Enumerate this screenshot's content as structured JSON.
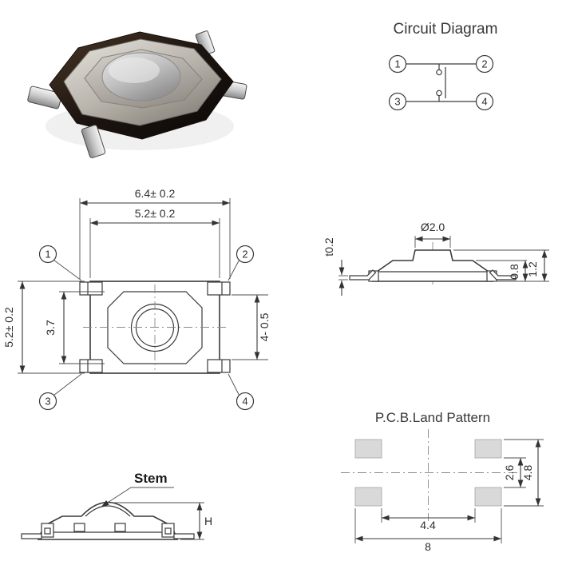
{
  "titles": {
    "circuit": "Circuit Diagram",
    "pcb": "P.C.B.Land Pattern"
  },
  "circuit": {
    "terminals": [
      "1",
      "2",
      "3",
      "4"
    ]
  },
  "top_view": {
    "pins": [
      "1",
      "2",
      "3",
      "4"
    ],
    "dims": {
      "overall_width": "6.4± 0.2",
      "body_width": "5.2± 0.2",
      "body_height": "5.2± 0.2",
      "stem_frame": "3.7",
      "pin_span": "4- 0.5"
    }
  },
  "side_view": {
    "dims": {
      "stem_diameter": "Ø2.0",
      "lead_thickness": "t0.2",
      "body_height": "0.8",
      "total_height": "1.2"
    }
  },
  "stem_view": {
    "label": "Stem",
    "dims": {
      "height": "H"
    }
  },
  "pcb_pattern": {
    "dims": {
      "pad_inner_v": "2.6",
      "pad_outer_v": "4.8",
      "pad_inner_h": "4.4",
      "pad_outer_h": "8"
    }
  }
}
